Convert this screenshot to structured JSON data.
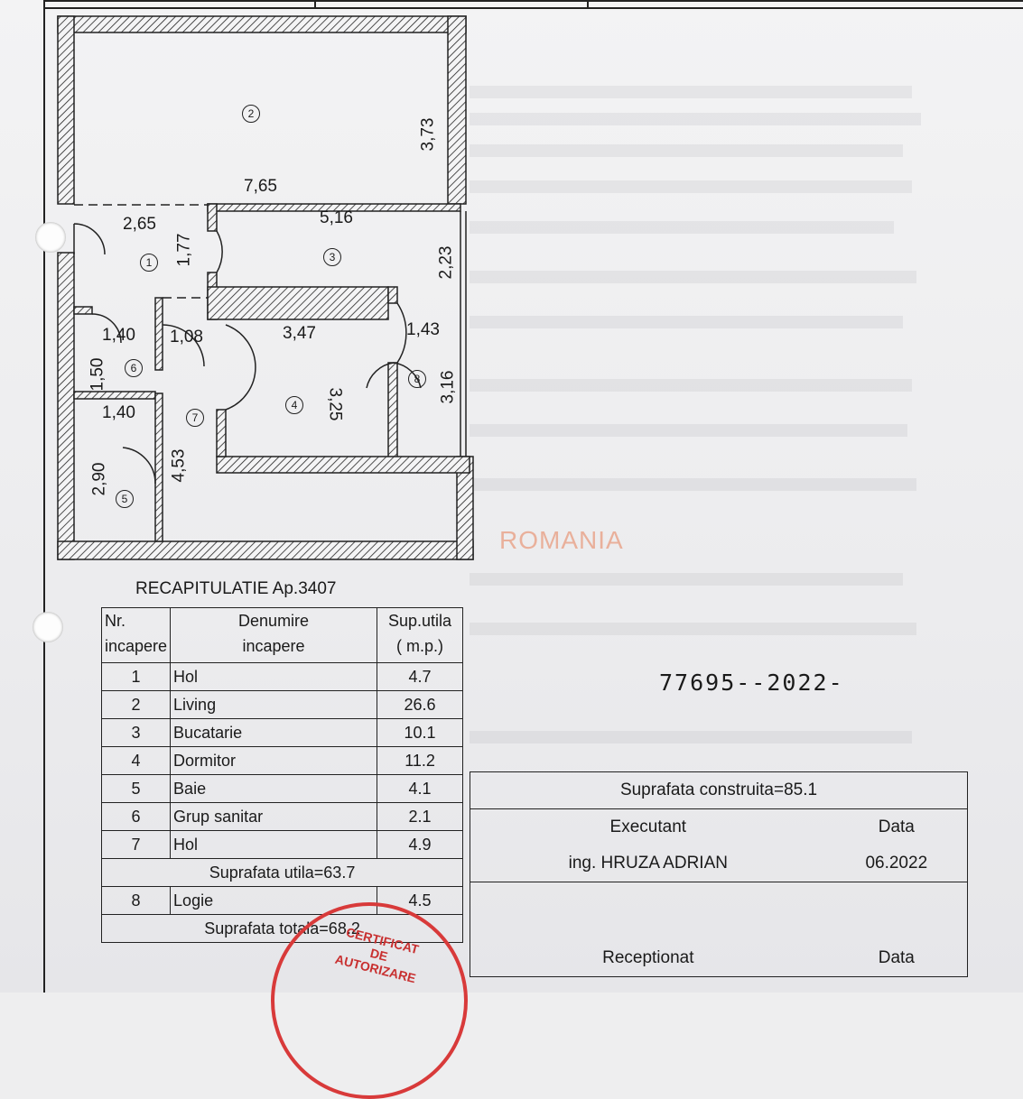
{
  "plan": {
    "dimensions": {
      "d765": "7,65",
      "d373": "3,73",
      "d265": "2,65",
      "d177": "1,77",
      "d516": "5,16",
      "d223": "2,23",
      "d140a": "1,40",
      "d108": "1,08",
      "d347": "3,47",
      "d143": "1,43",
      "d150": "1,50",
      "d325": "3,25",
      "d316": "3,16",
      "d140b": "1,40",
      "d453": "4,53",
      "d290": "2,90"
    },
    "rooms": [
      "1",
      "2",
      "3",
      "4",
      "5",
      "6",
      "7",
      "8"
    ]
  },
  "recap": {
    "title": "RECAPITULATIE Ap.3407",
    "headers": {
      "nr": "Nr.\nincapere",
      "name": "Denumire\nincapere",
      "area": "Sup.utila\n( m.p.)"
    },
    "rows": [
      {
        "nr": "1",
        "name": "Hol",
        "area": "4.7"
      },
      {
        "nr": "2",
        "name": "Living",
        "area": "26.6"
      },
      {
        "nr": "3",
        "name": "Bucatarie",
        "area": "10.1"
      },
      {
        "nr": "4",
        "name": "Dormitor",
        "area": "11.2"
      },
      {
        "nr": "5",
        "name": "Baie",
        "area": "4.1"
      },
      {
        "nr": "6",
        "name": "Grup sanitar",
        "area": "2.1"
      },
      {
        "nr": "7",
        "name": "Hol",
        "area": "4.9"
      }
    ],
    "useful_total": "Suprafata utila=63.7",
    "loggia": {
      "nr": "8",
      "name": "Logie",
      "area": "4.5"
    },
    "grand_total": "Suprafata totala=68.2"
  },
  "sign_block": {
    "built_area": "Suprafata construita=85.1",
    "executant_label": "Executant",
    "date_label": "Data",
    "executant_name": "ing. HRUZA ADRIAN",
    "executant_date": "06.2022",
    "received_label": "Receptionat",
    "received_date_label": "Data"
  },
  "stamp_number": "77695--2022-",
  "watermark": "ROMANIA",
  "seal": {
    "text": "CERTIFICAT\nDE\nAUTORIZARE"
  },
  "colors": {
    "seal": "#d83a3a",
    "watermark": "#e9a287"
  }
}
